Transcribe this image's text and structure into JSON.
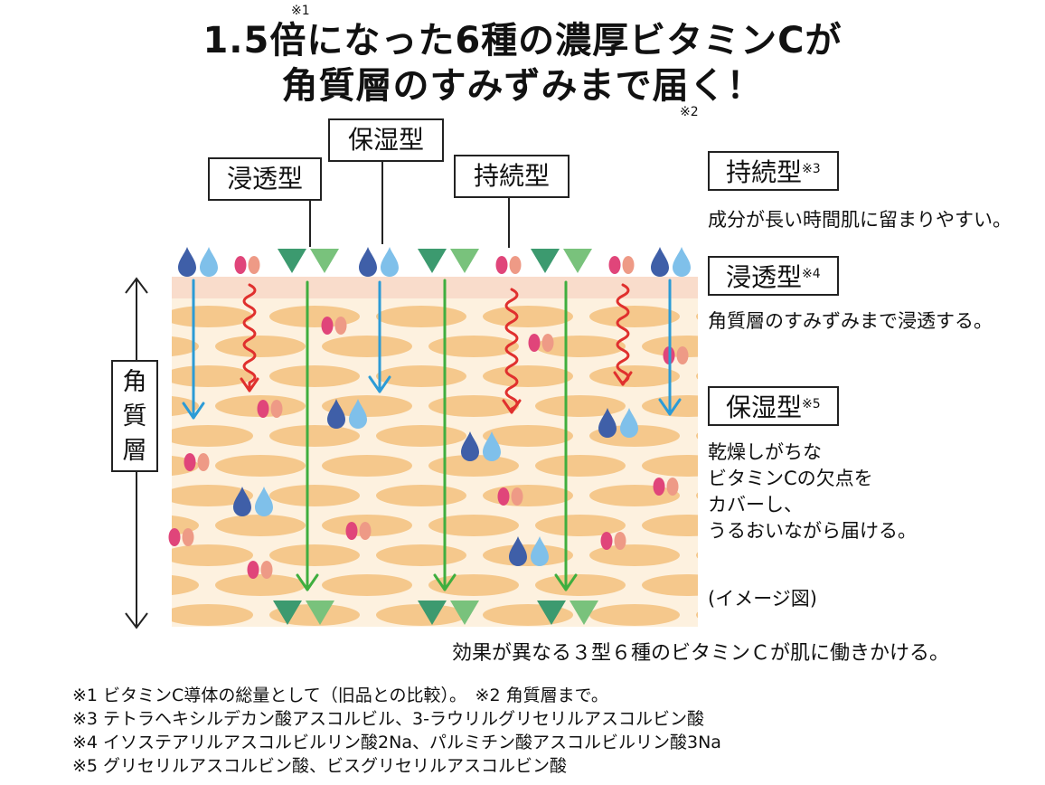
{
  "title": {
    "line1": "1.5倍になった6種の濃厚ビタミンCが",
    "line2": "角質層のすみずみまで届く！",
    "note1": "※1",
    "note2": "※2"
  },
  "labels": {
    "shinto": "浸透型",
    "hoshitsu": "保湿型",
    "jizoku": "持続型"
  },
  "layer_label": [
    "角",
    "質",
    "層"
  ],
  "legend": [
    {
      "title": "持続型",
      "note": "※3",
      "desc": [
        "成分が長い時間肌に留まりやすい。"
      ]
    },
    {
      "title": "浸透型",
      "note": "※4",
      "desc": [
        "角質層のすみずみまで浸透する。"
      ]
    },
    {
      "title": "保湿型",
      "note": "※5",
      "desc": [
        "乾燥しがちな",
        "ビタミンCの欠点を",
        "カバーし、",
        "うるおいながら届ける。"
      ]
    }
  ],
  "image_note": "(イメージ図)",
  "caption": "効果が異なる３型６種のビタミンＣが肌に働きかける。",
  "footnotes": [
    "※1 ビタミンC導体の総量として（旧品との比較）。　※2 角質層まで。",
    "※3 テトラヘキシルデカン酸アスコルビル、3-ラウリルグリセリルアスコルビン酸",
    "※4 イソステアリルアスコルビルリン酸2Na、パルミチン酸アスコルビルリン酸3Na",
    "※5 グリセリルアスコルビン酸、ビスグリセリルアスコルビン酸"
  ],
  "colors": {
    "skin_bg": "#fdf1df",
    "skin_top": "#f9dccb",
    "cell": "#f5c88c",
    "drop_dark": "#3f5fa8",
    "drop_light": "#7fc0ea",
    "pink": "#e0457a",
    "salmon": "#ee9a86",
    "green_dark": "#3c9a6f",
    "green_light": "#79c27c",
    "arrow_blue": "#2c9bd6",
    "arrow_red": "#e0302e",
    "arrow_green": "#3fae3f"
  }
}
